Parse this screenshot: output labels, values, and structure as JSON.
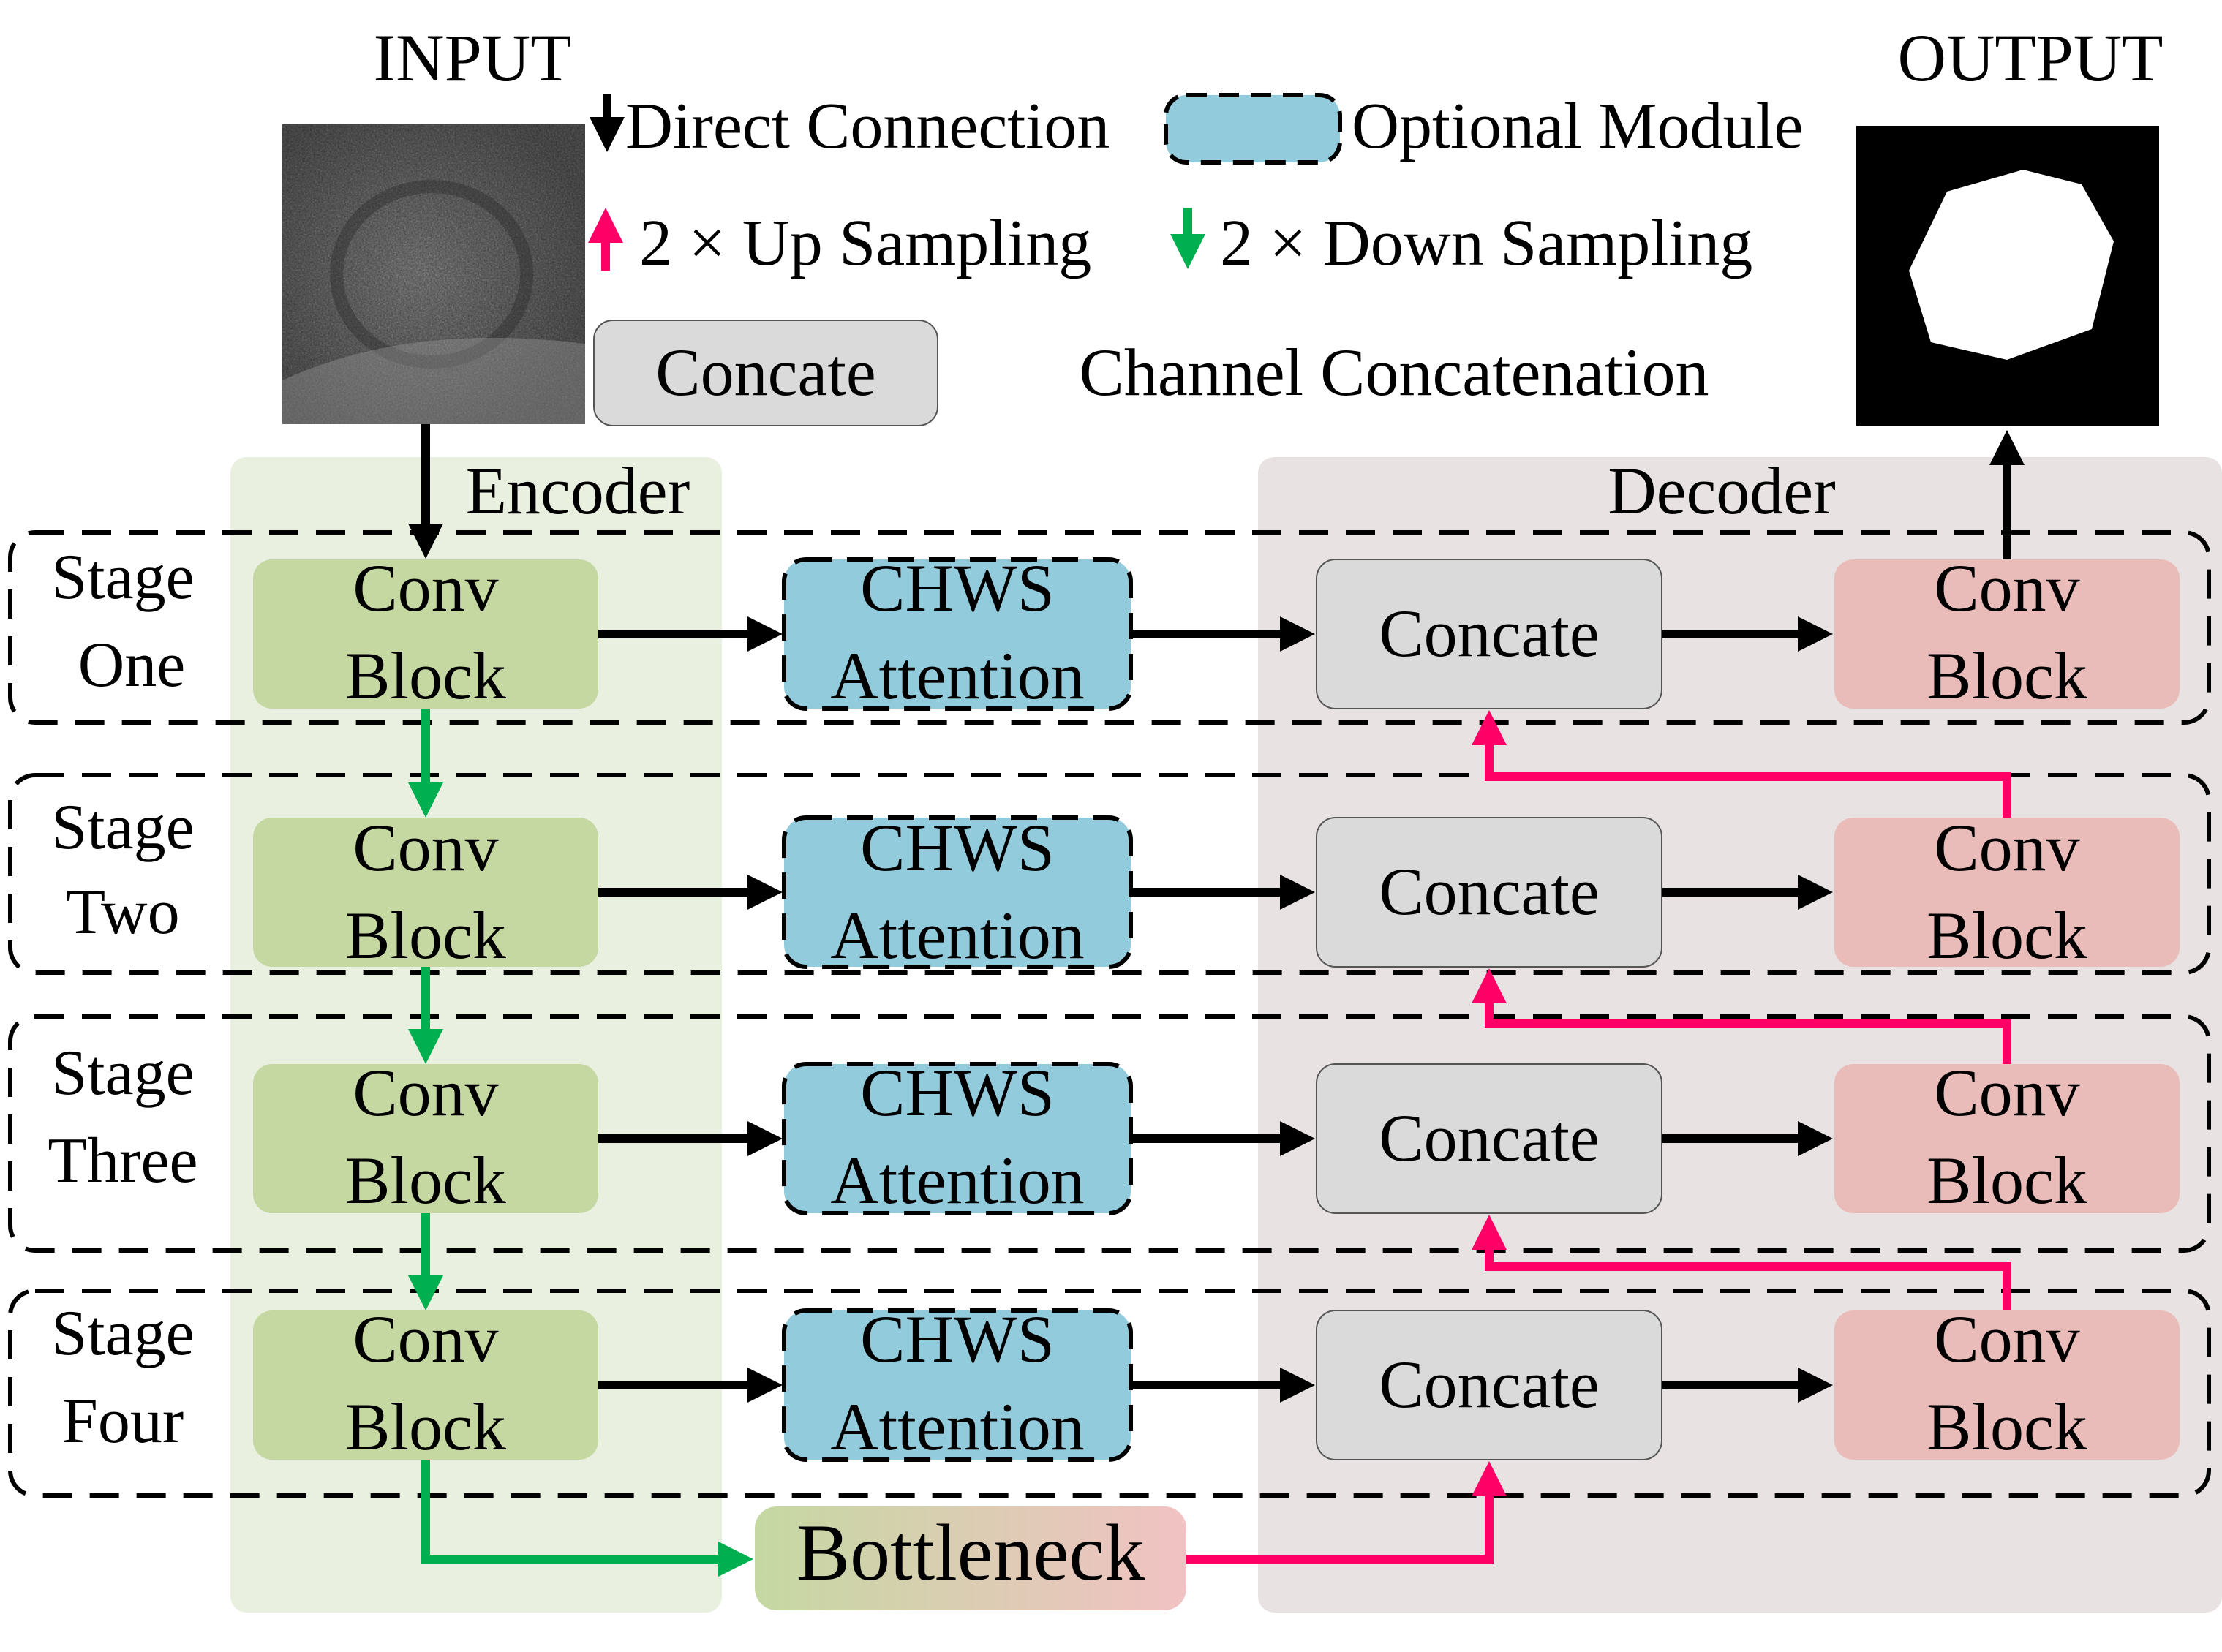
{
  "header": {
    "input_label": "INPUT",
    "output_label": "OUTPUT"
  },
  "legend": {
    "direct_connection": "Direct Connection",
    "optional_module": "Optional Module",
    "up_sampling": "2 × Up Sampling",
    "down_sampling": "2 × Down Sampling",
    "concat_box": "Concate",
    "concat_desc": "Channel Concatenation"
  },
  "regions": {
    "encoder": "Encoder",
    "decoder": "Decoder"
  },
  "stages": [
    {
      "line1": "Stage",
      "line2": "One"
    },
    {
      "line1": "Stage",
      "line2": "Two"
    },
    {
      "line1": "Stage",
      "line2": "Three"
    },
    {
      "line1": "Stage",
      "line2": "Four"
    }
  ],
  "blocks": {
    "conv_line1": "Conv",
    "conv_line2": "Block",
    "attn_line1": "CHWS",
    "attn_line2": "Attention",
    "concat": "Concate",
    "bottleneck": "Bottleneck"
  },
  "colors": {
    "encoder_bg": "#eaf0e0",
    "decoder_bg": "#e8e3e2",
    "conv_green": "#c5d8a2",
    "conv_red": "#e9bbb9",
    "attention_blue": "#92cbdb",
    "concat_gray": "#dadada",
    "up_arrow": "#ff0066",
    "down_arrow": "#00b050",
    "direct_arrow": "#000000"
  }
}
